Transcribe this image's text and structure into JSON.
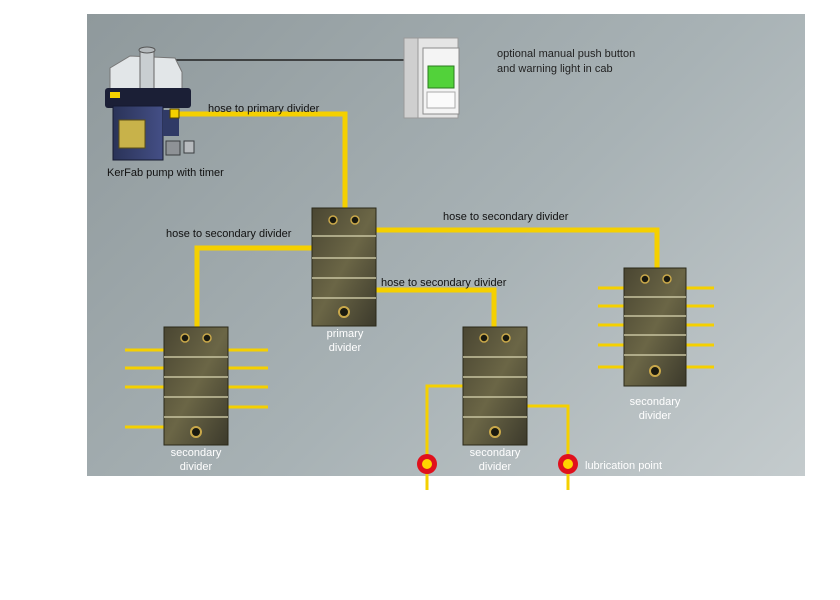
{
  "labels": {
    "pump": "KerFab pump with timer",
    "hose_primary": "hose to primary divider",
    "hose_secondary_left": "hose to secondary divider",
    "hose_secondary_right": "hose to secondary divider",
    "hose_secondary_middle": "hose to secondary divider",
    "button_line1": "optional manual push button",
    "button_line2": "and warning light in cab",
    "primary_line1": "primary",
    "primary_line2": "divider",
    "secondary_left_line1": "secondary",
    "secondary_left_line2": "divider",
    "secondary_middle_line1": "secondary",
    "secondary_middle_line2": "divider",
    "secondary_right_line1": "secondary",
    "secondary_right_line2": "divider",
    "lubrication_point": "lubrication point"
  },
  "colors": {
    "hose": "#f5d000",
    "panel": "#a0aaad",
    "lub_point_outer": "#e0101c",
    "lub_point_inner": "#ffd400",
    "indicator_light": "#52d23a"
  }
}
